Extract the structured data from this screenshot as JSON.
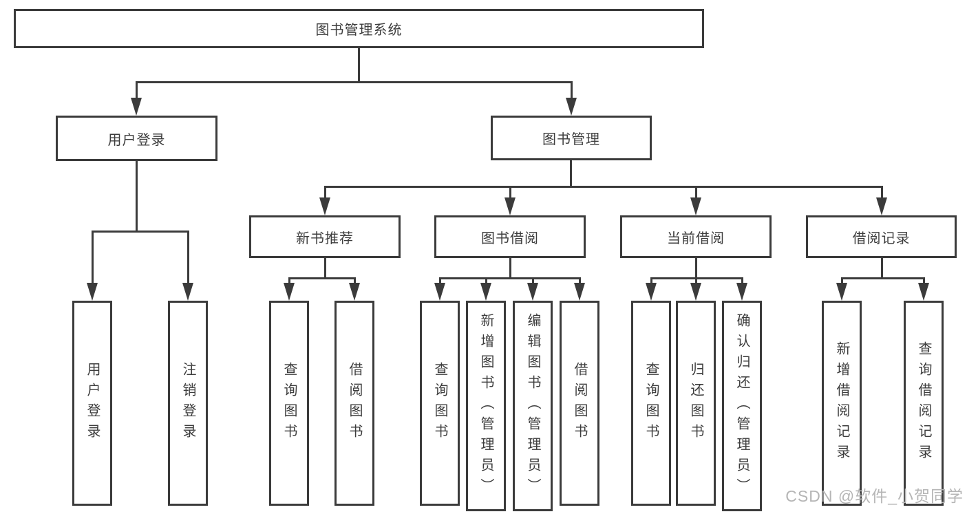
{
  "diagram": {
    "title": "图书管理系统",
    "nodes": {
      "root": "图书管理系统",
      "user_login": {
        "label": "用户登录",
        "children": {
          "login": "用户登录",
          "logout": "注销登录"
        }
      },
      "book_mgmt": {
        "label": "图书管理"
      },
      "new_books": {
        "label": "新书推荐",
        "children": {
          "query": "查询图书",
          "borrow": "借阅图书"
        }
      },
      "book_borrow": {
        "label": "图书借阅",
        "children": {
          "query": "查询图书",
          "add": "新增图书（管理员）",
          "edit": "编辑图书（管理员）",
          "borrow": "借阅图书"
        }
      },
      "current_borrow": {
        "label": "当前借阅",
        "children": {
          "query": "查询图书",
          "return": "归还图书",
          "confirm": "确认归还（管理员）"
        }
      },
      "borrow_records": {
        "label": "借阅记录",
        "children": {
          "add": "新增借阅记录",
          "query": "查询借阅记录"
        }
      }
    }
  },
  "watermark": "CSDN @软件_小贺同学",
  "colors": {
    "line": "#3b3b3b",
    "text": "#3d3d3d",
    "watermark": "#b5b5b5",
    "background": "#ffffff"
  }
}
